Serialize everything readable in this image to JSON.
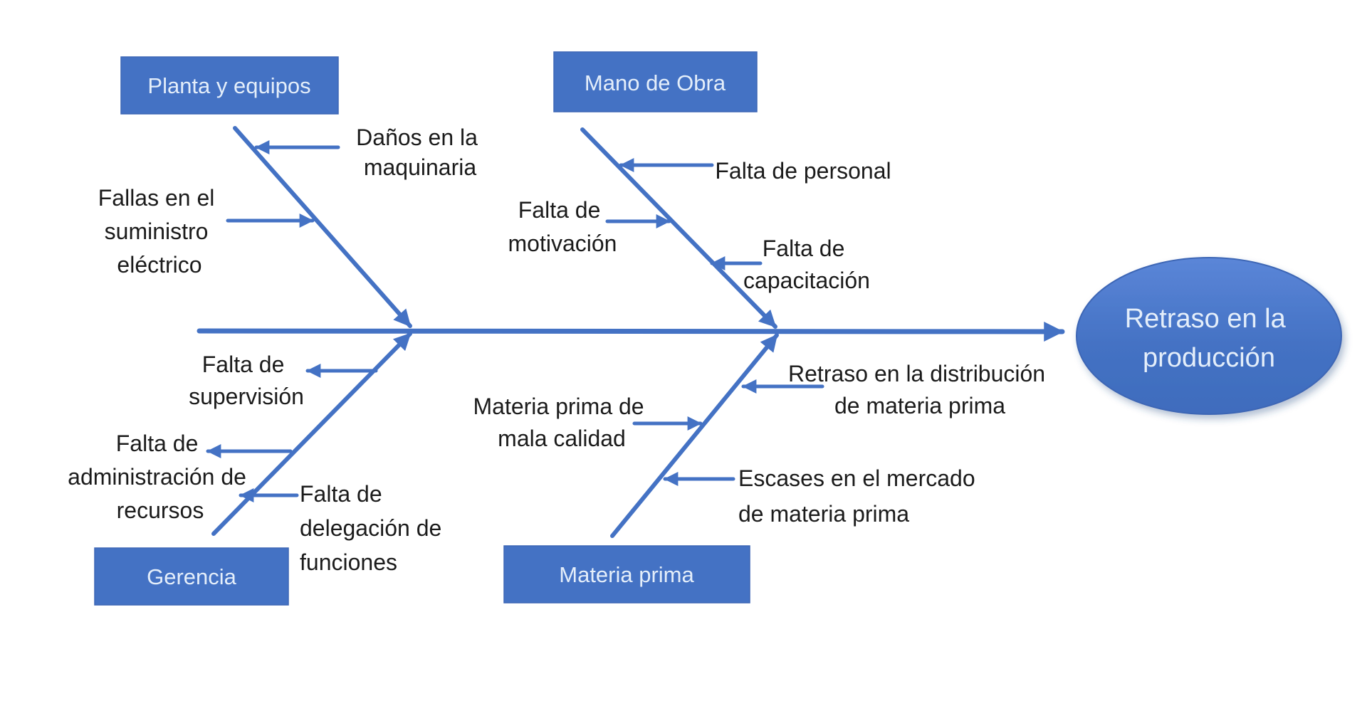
{
  "diagram": {
    "type": "fishbone",
    "effect": {
      "lines": [
        "Retraso en la",
        "producción"
      ]
    },
    "categories": {
      "planta": {
        "label": "Planta y equipos"
      },
      "mano": {
        "label": "Mano de Obra"
      },
      "gerencia": {
        "label": "Gerencia"
      },
      "materia": {
        "label": "Materia prima"
      }
    },
    "causes": {
      "danos": {
        "category": "planta",
        "lines": [
          "Daños en la",
          "maquinaria"
        ]
      },
      "fallas": {
        "category": "planta",
        "lines": [
          "Fallas en el",
          "suministro",
          "eléctrico"
        ]
      },
      "personal": {
        "category": "mano",
        "lines": [
          "Falta de personal"
        ]
      },
      "motivacion": {
        "category": "mano",
        "lines": [
          "Falta de",
          "motivación"
        ]
      },
      "capacitacion": {
        "category": "mano",
        "lines": [
          "Falta de",
          "capacitación"
        ]
      },
      "supervision": {
        "category": "gerencia",
        "lines": [
          "Falta de",
          "supervisión"
        ]
      },
      "administracion": {
        "category": "gerencia",
        "lines": [
          "Falta de",
          "administración de",
          "recursos"
        ]
      },
      "delegacion": {
        "category": "gerencia",
        "lines": [
          "Falta de",
          "delegación de",
          "funciones"
        ]
      },
      "mala_calidad": {
        "category": "materia",
        "lines": [
          "Materia prima de",
          "mala calidad"
        ]
      },
      "retraso_distribucion": {
        "category": "materia",
        "lines": [
          "Retraso en la distribución",
          "de materia prima"
        ]
      },
      "escases": {
        "category": "materia",
        "lines": [
          "Escases en el mercado",
          "de materia prima"
        ]
      }
    },
    "colors": {
      "accent": "#4472C4",
      "accent_dark": "#3D66B5",
      "box_text": "#E4EEFA",
      "cause_text": "#1B1B1B",
      "background": "#FFFFFF",
      "ellipse_top": "#5B86D8",
      "ellipse_bottom": "#3F6CBD"
    }
  }
}
